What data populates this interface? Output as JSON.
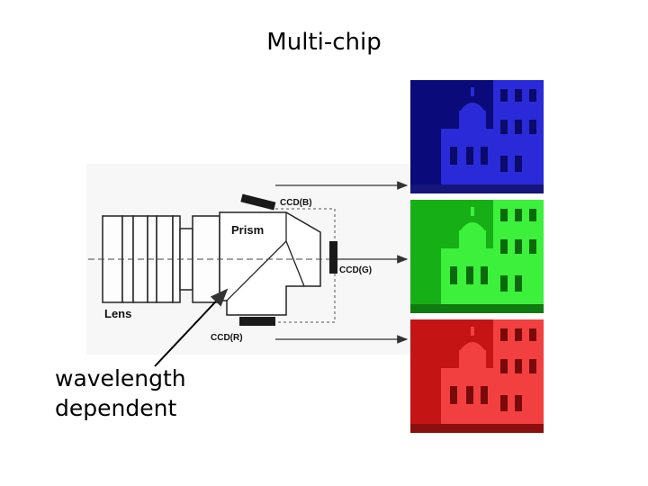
{
  "slide": {
    "title": "Multi-chip"
  },
  "diagram": {
    "labels": {
      "prism": "Prism",
      "lens": "Lens",
      "ccd_b": "CCD(B)",
      "ccd_g": "CCD(G)",
      "ccd_r": "CCD(R)"
    }
  },
  "annotation": {
    "line1": "wavelength",
    "line2": "dependent"
  },
  "channel_images": [
    {
      "channel": "blue",
      "color": "#1a1acc"
    },
    {
      "channel": "green",
      "color": "#11cc11"
    },
    {
      "channel": "red",
      "color": "#d41a1a"
    }
  ]
}
